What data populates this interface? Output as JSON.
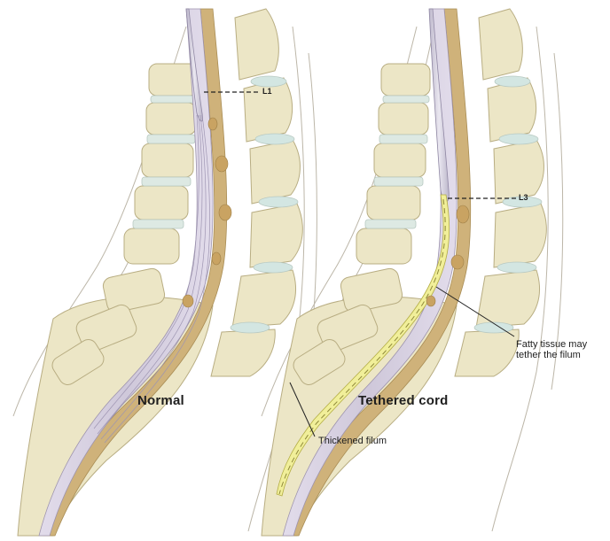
{
  "panels": {
    "normal": {
      "caption": "Normal",
      "level_label": "L1"
    },
    "tethered": {
      "caption": "Tethered cord",
      "level_label": "L3",
      "callout_fatty_line1": "Fatty tissue may",
      "callout_fatty_line2": "tether the filum",
      "callout_filum": "Thickened filum"
    }
  },
  "colors": {
    "bone": "#ece6c6",
    "bone_outline": "#b8ad82",
    "disc": "#d3e6e2",
    "dura": "#d7cfe0",
    "cord": "#c9c4d4",
    "fat": "#c4a062",
    "fatty_tissue": "#f1ef9a",
    "flesh_line": "#bcb6a8"
  },
  "icons": {
    "normal_spine": "sagittal-lumbar-spine-illustration",
    "tethered_spine": "sagittal-lumbar-spine-tethered-illustration"
  }
}
